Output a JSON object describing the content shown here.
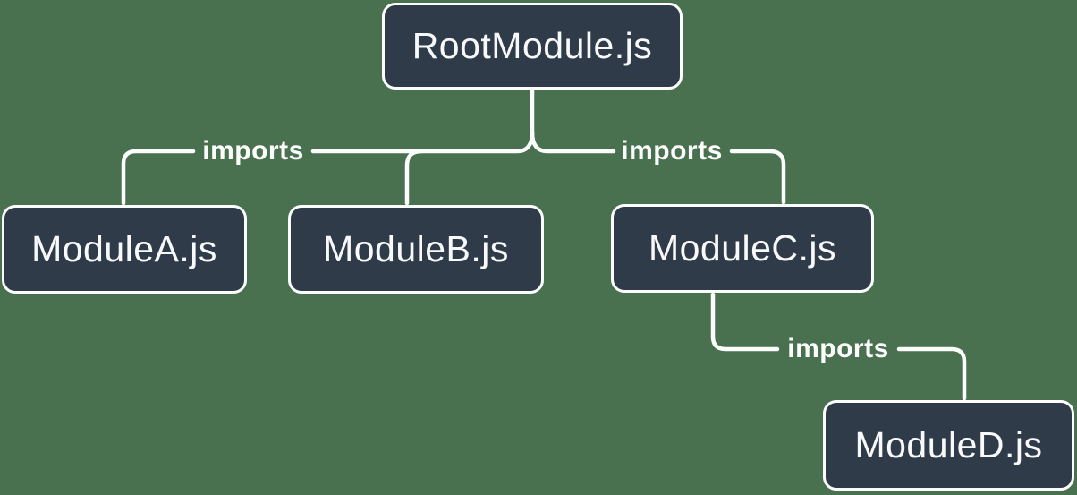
{
  "diagram": {
    "type": "module-dependency-tree",
    "nodes": {
      "root": {
        "label": "RootModule.js"
      },
      "a": {
        "label": "ModuleA.js"
      },
      "b": {
        "label": "ModuleB.js"
      },
      "c": {
        "label": "ModuleC.js"
      },
      "d": {
        "label": "ModuleD.js"
      }
    },
    "edges": {
      "root_children_left": {
        "label": "imports"
      },
      "root_children_right": {
        "label": "imports"
      },
      "c_to_d": {
        "label": "imports"
      }
    },
    "relationships": [
      {
        "from": "RootModule.js",
        "type": "imports",
        "to": [
          "ModuleA.js",
          "ModuleB.js",
          "ModuleC.js"
        ]
      },
      {
        "from": "ModuleC.js",
        "type": "imports",
        "to": [
          "ModuleD.js"
        ]
      }
    ]
  },
  "colors": {
    "background": "#4a714f",
    "node_fill": "#303b49",
    "node_border": "#fcfdfd",
    "line": "#fcfdfd",
    "text": "#f7f9fa"
  }
}
